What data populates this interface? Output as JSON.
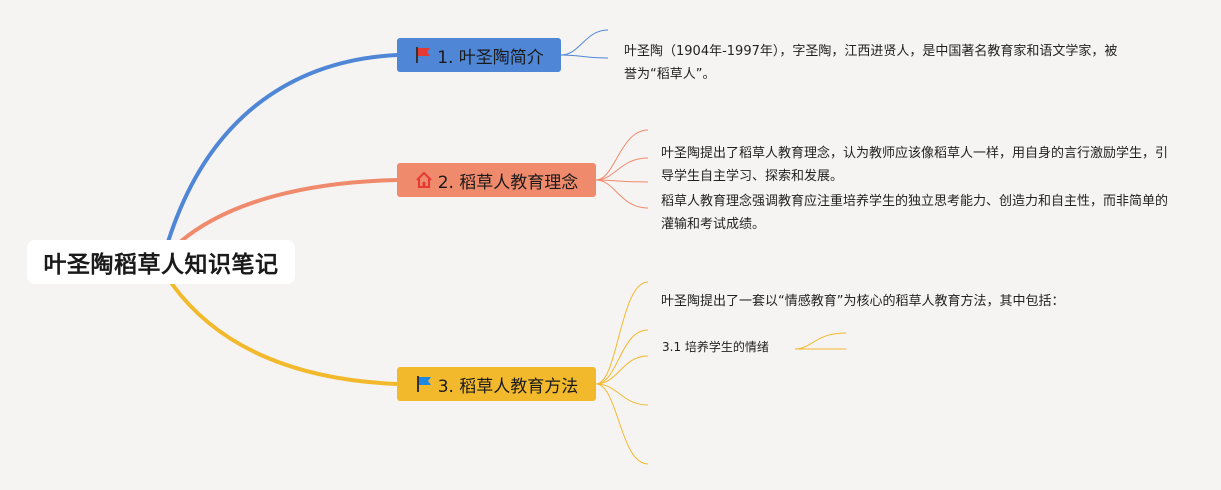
{
  "root": {
    "title": "叶圣陶稻草人知识笔记"
  },
  "topics": [
    {
      "label": "1. 叶圣陶简介",
      "icon": "red-flag-icon",
      "color": "#4f86d6"
    },
    {
      "label": "2. 稻草人教育理念",
      "icon": "house-icon",
      "color": "#ef8a6c"
    },
    {
      "label": "3. 稻草人教育方法",
      "icon": "blue-flag-icon",
      "color": "#f2b92d"
    }
  ],
  "notes": {
    "intro": "叶圣陶（1904年-1997年），字圣陶，江西进贤人，是中国著名教育家和语文学家，被誉为“稻草人”。",
    "concept_1": "叶圣陶提出了稻草人教育理念，认为教师应该像稻草人一样，用自身的言行激励学生，引导学生自主学习、探索和发展。",
    "concept_2": "稻草人教育理念强调教育应注重培养学生的独立思考能力、创造力和自主性，而非简单的灌输和考试成绩。",
    "method_1": "叶圣陶提出了一套以“情感教育”为核心的稻草人教育方法，其中包括：",
    "method_sub": "3.1 培养学生的情绪"
  },
  "colors": {
    "branch_blue": "#4f86d6",
    "branch_orange": "#ef8a6c",
    "branch_yellow": "#f2b92d",
    "flag_red": "#e53935",
    "flag_blue": "#1e88e5",
    "house_red": "#e53935"
  }
}
